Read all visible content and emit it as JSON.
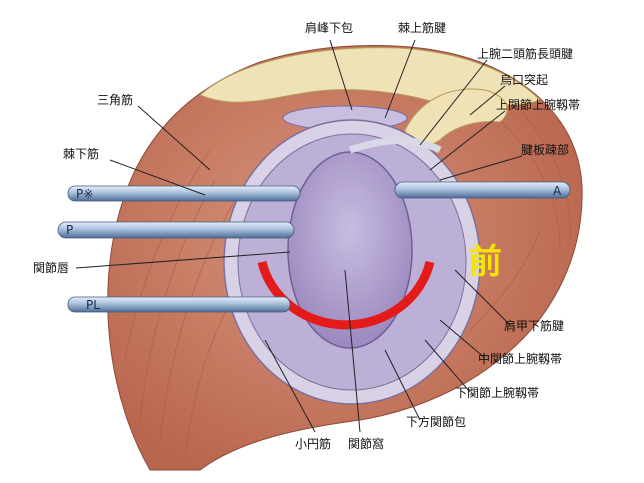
{
  "labels": {
    "subacromial_bursa": "肩峰下包",
    "supraspinatus_tendon": "棘上筋腱",
    "biceps_long_head_tendon": "上腕二頭筋長頭腱",
    "coracoid_process": "烏口突起",
    "superior_glenohumeral_ligament": "上関節上腕靱帯",
    "rotator_interval": "腱板疎部",
    "deltoid": "三角筋",
    "infraspinatus": "棘下筋",
    "glenoid_labrum": "関節唇",
    "subscapularis_tendon": "肩甲下筋腱",
    "middle_glenohumeral_ligament": "中関節上腕靱帯",
    "inferior_glenohumeral_ligament": "下関節上腕靱帯",
    "inferior_capsule": "下方関節包",
    "teres_minor": "小円筋",
    "glenoid_fossa": "関節窩"
  },
  "portals": {
    "p_star": "P※",
    "p": "P",
    "pl": "PL",
    "a": "A"
  },
  "annotation": {
    "anterior": "前"
  },
  "colors": {
    "arc": "#e41b1b",
    "anterior_text": "#f5e400",
    "glenoid": "#b3a3cf",
    "muscle": "#cf8670",
    "rod": "#a8bfdc"
  }
}
